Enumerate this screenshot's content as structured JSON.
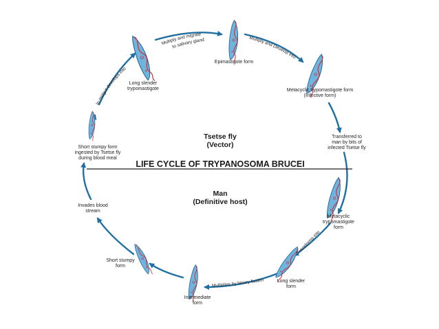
{
  "title": "LIFE CYCLE OF TRYPANOSOMA BRUCEI",
  "hosts": {
    "vector": "Tsetse fly\n(Vector)",
    "definitive": "Man\n(Definitive host)"
  },
  "stages": {
    "long_slender_vector": "Long slender\ntrypomastigote",
    "epimastigote": "Epimastigote form",
    "metacyclic_vector": "Metacyclic trypomastigote form\n(Infective form)",
    "transferred": "Transferred to\nman by bits of\ninfected Tsetse fly",
    "metacyclic_man": "Metacyclic\ntrypomastigote\nform",
    "long_slender_man": "Long slender\nform",
    "intermediate": "Intermediate\nform",
    "short_stumpy_man": "Short stumpy\nform",
    "invades_blood": "Invades blood\nstream",
    "short_stumpy_ingested": "Short stumpy form\ningested by Tsetse fly\nduring blood meal"
  },
  "arrow_labels": {
    "multiply_migrate": "Multiply and migrate\nto salivary gland",
    "multiply_develop": "Multiply and Develop into",
    "in_midgut": "In midgut develops into",
    "transforms_into": "Transforms into",
    "multiplies_binary": "Multiplies by binary fission"
  },
  "colors": {
    "arrow": "#1f6fa3",
    "organism_fill": "#6fb4de",
    "organism_stroke": "#1f5f8f",
    "flagellum": "#d8262b",
    "nucleus": "#c43a3f"
  }
}
